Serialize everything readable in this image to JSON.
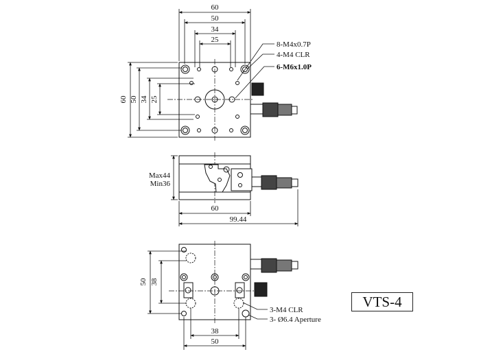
{
  "model": "VTS-4",
  "top_view": {
    "dims_horizontal": [
      "60",
      "50",
      "34",
      "25"
    ],
    "dims_vertical": [
      "60",
      "50",
      "34",
      "25"
    ],
    "callouts": [
      "8-M4x0.7P",
      "4-M4 CLR",
      "6-M6x1.0P"
    ]
  },
  "side_view": {
    "height_label_max": "Max44",
    "height_label_min": "Min36",
    "dims_horizontal": [
      "60",
      "99.44"
    ]
  },
  "bottom_view": {
    "dims_vertical": [
      "50",
      "38"
    ],
    "dims_horizontal": [
      "38",
      "50"
    ],
    "callouts": [
      "3-M4 CLR",
      "3- Ø6.4 Aperture"
    ]
  }
}
